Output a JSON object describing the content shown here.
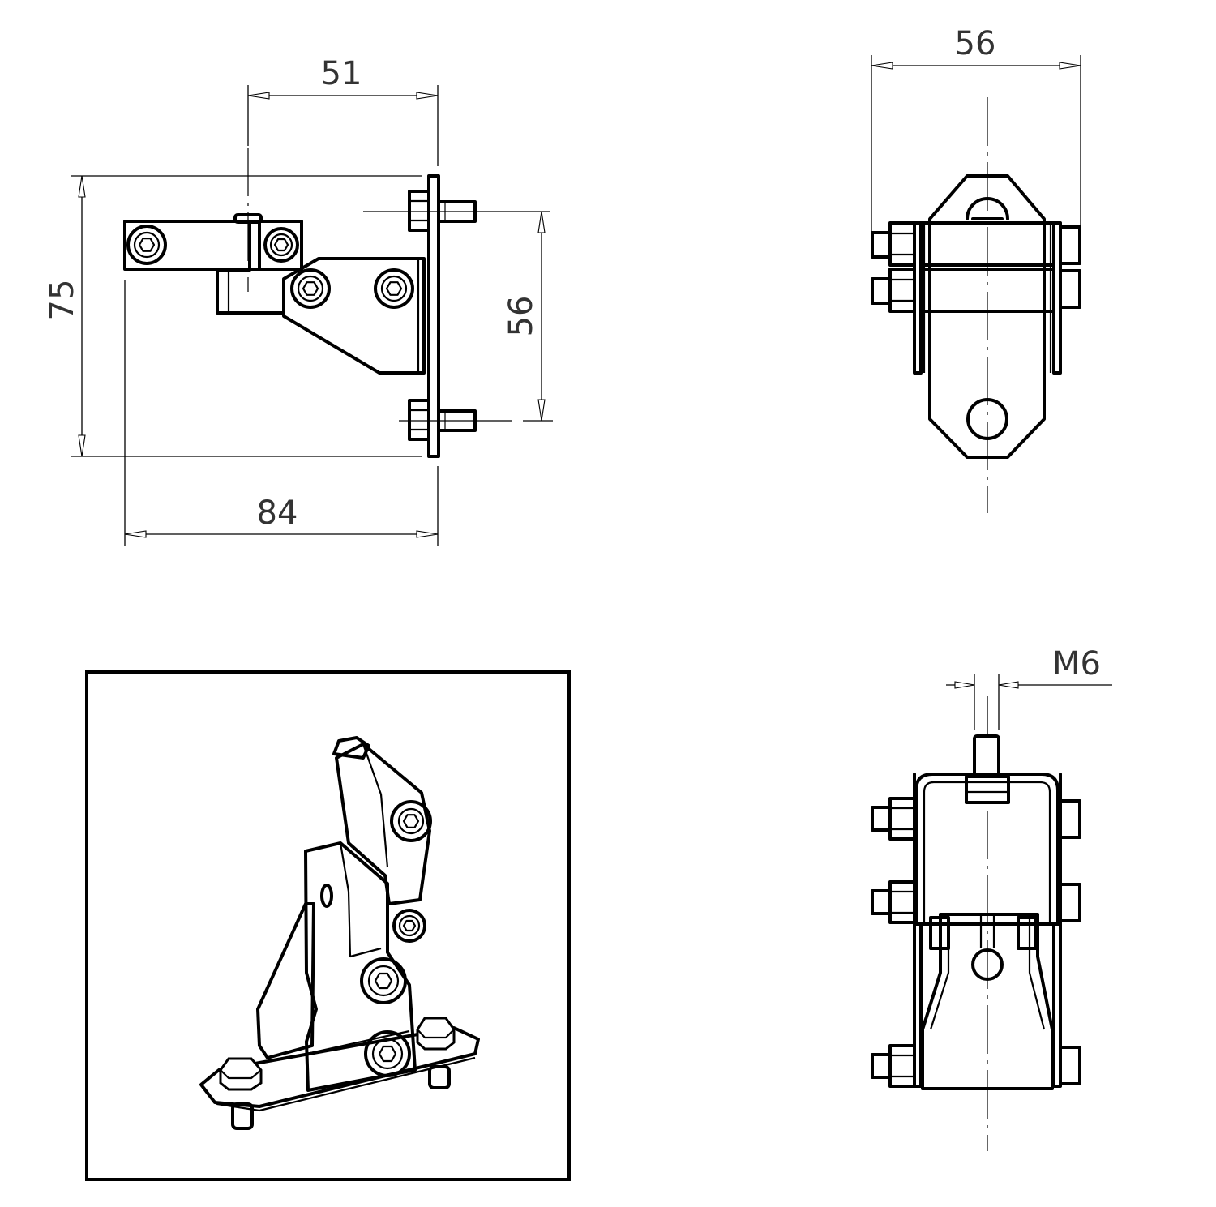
{
  "dimensions": {
    "side_width_top": "51",
    "side_height": "75",
    "side_bolt_spacing": "56",
    "side_width_bottom": "84",
    "front_width": "56",
    "thread_size": "M6"
  }
}
